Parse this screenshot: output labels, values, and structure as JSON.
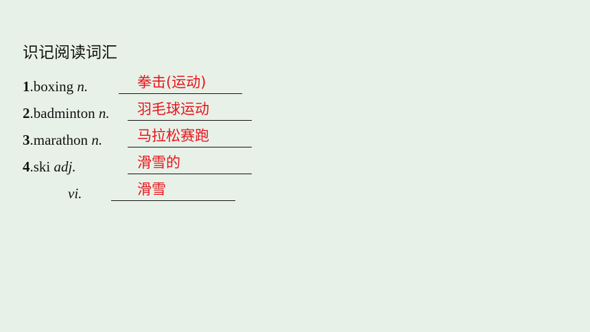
{
  "heading": "识记阅读词汇",
  "items": [
    {
      "num": "1",
      "word": ".boxing ",
      "pos": "n.",
      "answer": "拳击(运动)"
    },
    {
      "num": "2",
      "word": ".badminton ",
      "pos": "n.",
      "answer": "羽毛球运动"
    },
    {
      "num": "3",
      "word": ".marathon ",
      "pos": "n.",
      "answer": "马拉松赛跑"
    },
    {
      "num": "4",
      "word": ".ski ",
      "pos": "adj.",
      "answer": "滑雪的"
    },
    {
      "num": "",
      "word": "",
      "pos": "vi.",
      "answer": "滑雪"
    }
  ],
  "colors": {
    "background": "#e8f1e8",
    "answer": "#e8141b",
    "text": "#111111"
  }
}
